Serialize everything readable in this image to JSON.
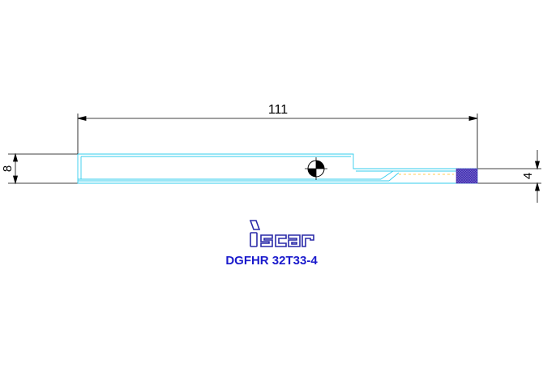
{
  "drawing": {
    "length_dim": "111",
    "height_dim": "8",
    "tip_dim": "4",
    "part_code": "DGFHR 32T33-4",
    "logo_text": "iscar"
  },
  "colors": {
    "background": "#ffffff",
    "tool_outline": "#33ccee",
    "dimension_line": "#000000",
    "brand": "#2a2aa8",
    "insert": "#5533aa",
    "part_code": "#1a1acc"
  },
  "icons": {
    "center_mark": "center-of-gravity-icon",
    "logo": "iscar-logo-icon"
  }
}
